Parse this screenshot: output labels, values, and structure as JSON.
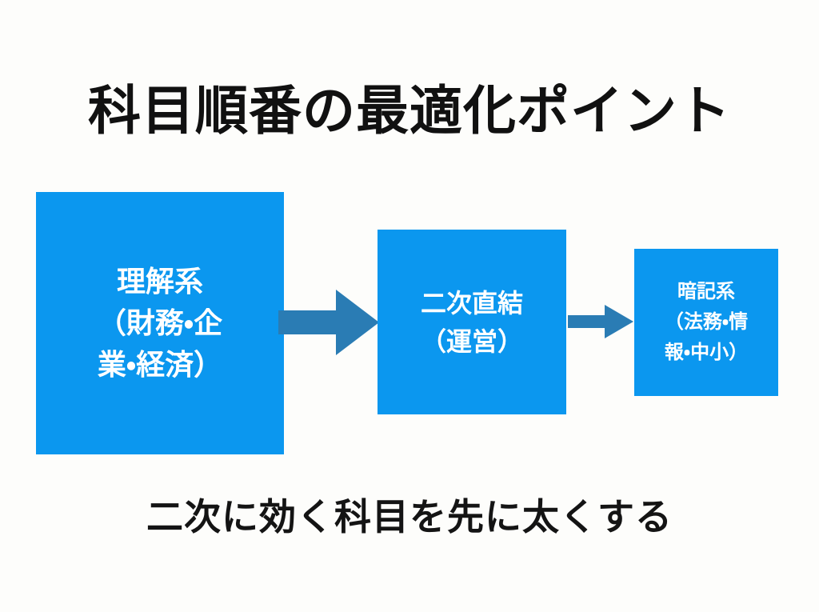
{
  "slide": {
    "title": "科目順番の最適化ポイント",
    "caption": "二次に効く科目を先に太くする",
    "background_color": "#fdfdfb",
    "title_color": "#111111",
    "caption_color": "#141414"
  },
  "colors": {
    "box_blue": "#0b97ef",
    "arrow_blue": "#2a7cb4",
    "box_text": "#ffffff"
  },
  "flow": {
    "boxes": [
      {
        "id": "understand",
        "label": "理解系\n（財務・企\n業・経済）",
        "line1": "理解系",
        "line2": "（財務・企",
        "line3": "業・経済）",
        "color": "#0b97ef"
      },
      {
        "id": "secondary",
        "label": "二次直結\n（運営）",
        "line1": "二次直結",
        "line2": "（運営）",
        "color": "#0b97ef"
      },
      {
        "id": "memorize",
        "label": "暗記系\n（法務・情\n報・中小）",
        "line1": "暗記系",
        "line2": "（法務・情",
        "line3": "報・中小）",
        "color": "#0b97ef"
      }
    ],
    "arrows": [
      {
        "id": "arrow-1",
        "direction": "right",
        "color": "#2a7cb4"
      },
      {
        "id": "arrow-2",
        "direction": "right",
        "color": "#2a7cb4"
      }
    ]
  }
}
